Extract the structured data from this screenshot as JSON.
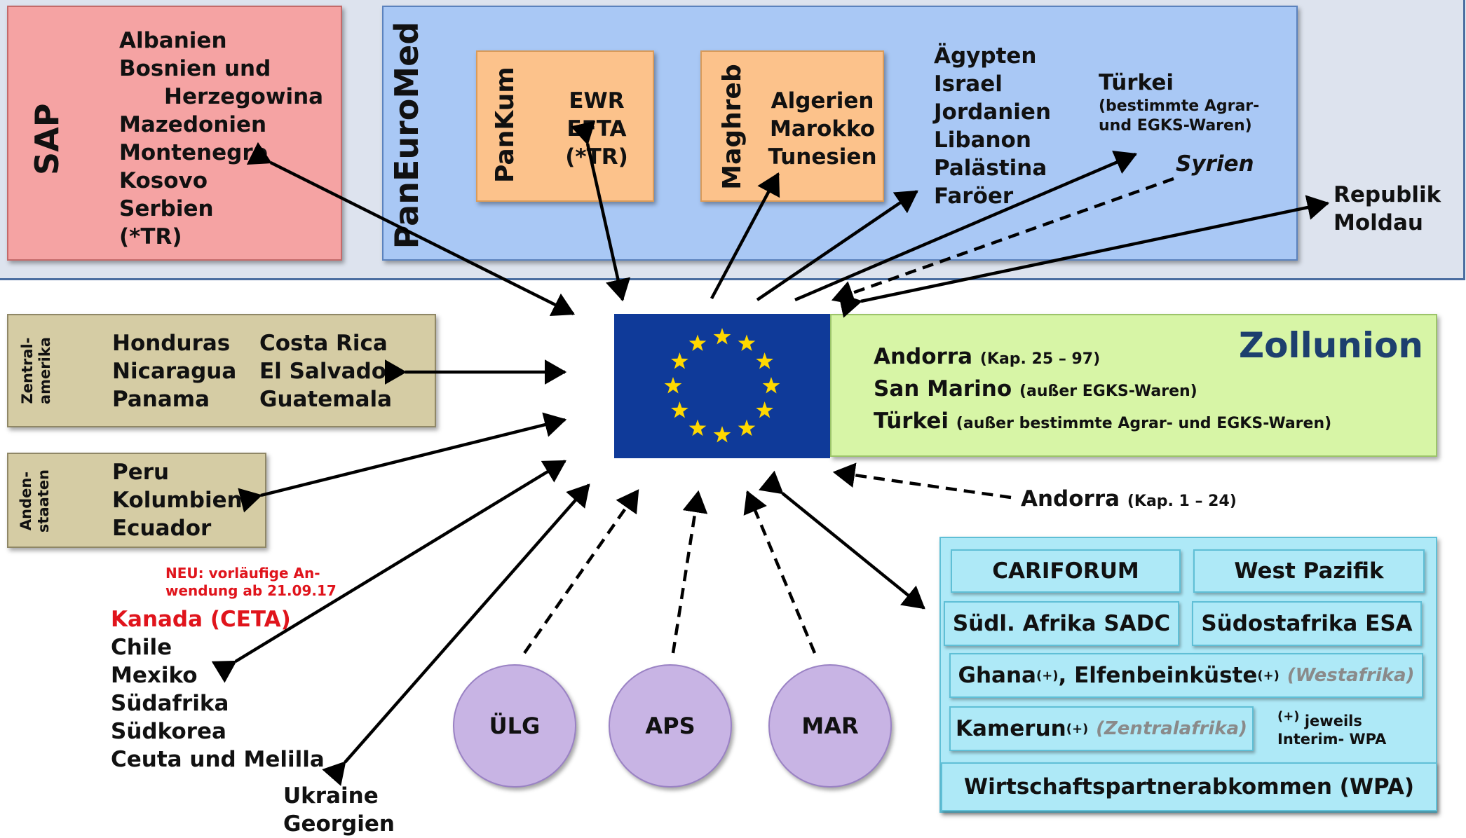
{
  "sap": {
    "label": "SAP",
    "countries": [
      "Albanien",
      "Bosnien und",
      "Herzegowina",
      "Mazedonien",
      "Montenegro",
      "Kosovo",
      "Serbien",
      "(*TR)"
    ]
  },
  "paneuromed": {
    "label": "PanEuroMed",
    "pankum": {
      "label": "PanKum",
      "members": [
        "EWR",
        "EFTA",
        "(*TR)"
      ]
    },
    "maghreb": {
      "label": "Maghreb",
      "members": [
        "Algerien",
        "Marokko",
        "Tunesien"
      ]
    },
    "others": [
      "Ägypten",
      "Israel",
      "Jordanien",
      "Libanon",
      "Palästina",
      "Faröer"
    ],
    "tuerkei": {
      "name": "Türkei",
      "note_line1": "(bestimmte Agrar-",
      "note_line2": "und EGKS-Waren)"
    },
    "syrien": "Syrien"
  },
  "moldau": [
    "Republik",
    "Moldau"
  ],
  "zentralamerika": {
    "label_line1": "Zentral-",
    "label_line2": "amerika",
    "col1": [
      "Honduras",
      "Nicaragua",
      "Panama"
    ],
    "col2": [
      "Costa Rica",
      "El Salvador",
      "Guatemala"
    ]
  },
  "andenstaaten": {
    "label_line1": "Anden-",
    "label_line2": "staaten",
    "countries": [
      "Peru",
      "Kolumbien",
      "Ecuador"
    ]
  },
  "neu_note": {
    "line1": "NEU: vorläufige An-",
    "line2": "wendung ab 21.09.17"
  },
  "kanada": "Kanada (CETA)",
  "fta_countries": [
    "Chile",
    "Mexiko",
    "Südafrika",
    "Südkorea",
    "Ceuta und Melilla"
  ],
  "ukraine_georgien": [
    "Ukraine",
    "Georgien"
  ],
  "zollunion": {
    "title": "Zollunion",
    "rows": [
      {
        "name": "Andorra",
        "note": "(Kap. 25 – 97)"
      },
      {
        "name": "San Marino",
        "note": "(außer EGKS-Waren)"
      },
      {
        "name": "Türkei",
        "note": "(außer bestimmte Agrar- und EGKS-Waren)"
      }
    ]
  },
  "andorra_kap": {
    "name": "Andorra",
    "note": "(Kap. 1 – 24)"
  },
  "circles": [
    "ÜLG",
    "APS",
    "MAR"
  ],
  "wpa": {
    "cariforum": "CARIFORUM",
    "west_pazifik": "West Pazifik",
    "sadc": "Südl. Afrika SADC",
    "esa": "Südostafrika ESA",
    "ghana": "Ghana",
    "elfenbein": ", Elfenbeinküste",
    "westafrika": "(Westafrika)",
    "kamerun": "Kamerun",
    "zentralafrika": "(Zentralafrika)",
    "plus": "(+)",
    "interim_line1": "jeweils",
    "interim_line2": "Interim- WPA",
    "title": "Wirtschaftspartnerabkommen (WPA)"
  },
  "colors": {
    "sap_bg": "#f5a3a3",
    "paneuromed_bg": "#a9c8f5",
    "outer_bg": "#dde3ee",
    "orange_bg": "#fcc28b",
    "tan_bg": "#d5cca4",
    "zollunion_bg": "#d7f5a6",
    "zollunion_title": "#1d3f6e",
    "eu_blue": "#0f3a99",
    "eu_star": "#ffd800",
    "wpa_bg": "#aee9f7",
    "circle_bg": "#c8b4e4",
    "red": "#e0141c"
  },
  "icons": [
    "eu-flag-icon"
  ]
}
